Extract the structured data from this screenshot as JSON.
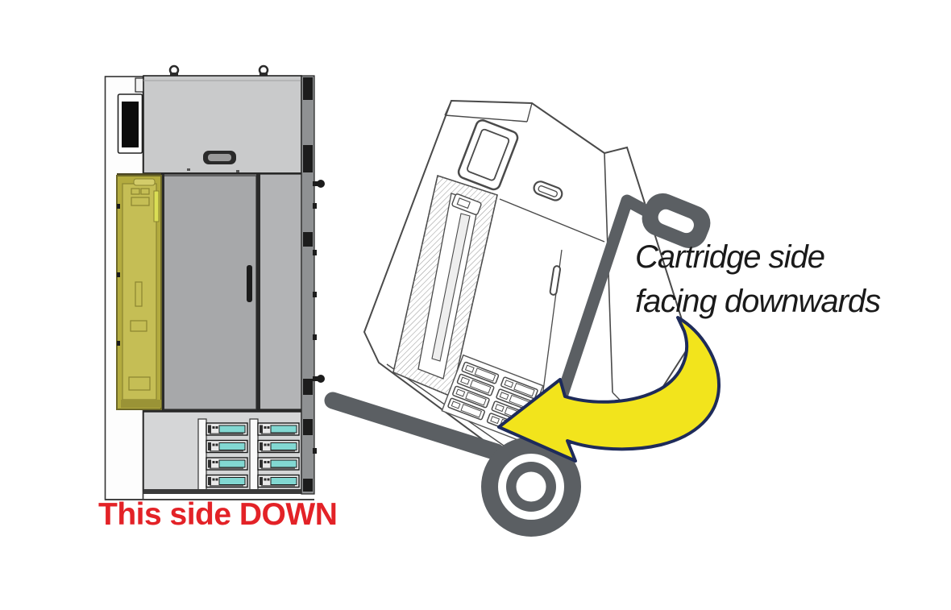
{
  "left_figure": {
    "caption": "This side DOWN",
    "cartridge_slots": {
      "columns": 2,
      "rows": 4
    }
  },
  "right_figure": {
    "caption_line1": "Cartridge side",
    "caption_line2": "facing downwards"
  },
  "colors": {
    "caption-red": "#e32227",
    "door-olive": "#b3ab3f",
    "door-olive-inner": "#c5be55",
    "cartridge-teal": "#82d8d2",
    "arrow-yellow": "#f2e41c",
    "arrow-navy": "#1e2b5a",
    "handtruck-gray": "#5b5f63"
  }
}
